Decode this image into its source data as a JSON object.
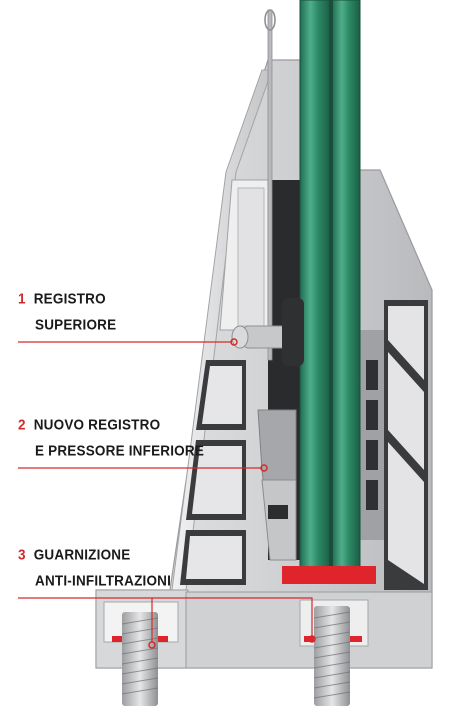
{
  "callouts": [
    {
      "number": "1",
      "line1": "REGISTRO",
      "line2": "SUPERIORE"
    },
    {
      "number": "2",
      "line1": "NUOVO REGISTRO",
      "line2": "E PRESSORE INFERIORE"
    },
    {
      "number": "3",
      "line1": "GUARNIZIONE",
      "line2": "ANTI-INFILTRAZIONI"
    }
  ],
  "colors": {
    "accent": "#d42a2a",
    "aluminium": "#c9c9cb",
    "aluminium_dark": "#8f9194",
    "glass": "#2f8a6a",
    "glass_light": "#5fb79a",
    "gasket": "#e0242b",
    "text": "#1a1a1a"
  }
}
